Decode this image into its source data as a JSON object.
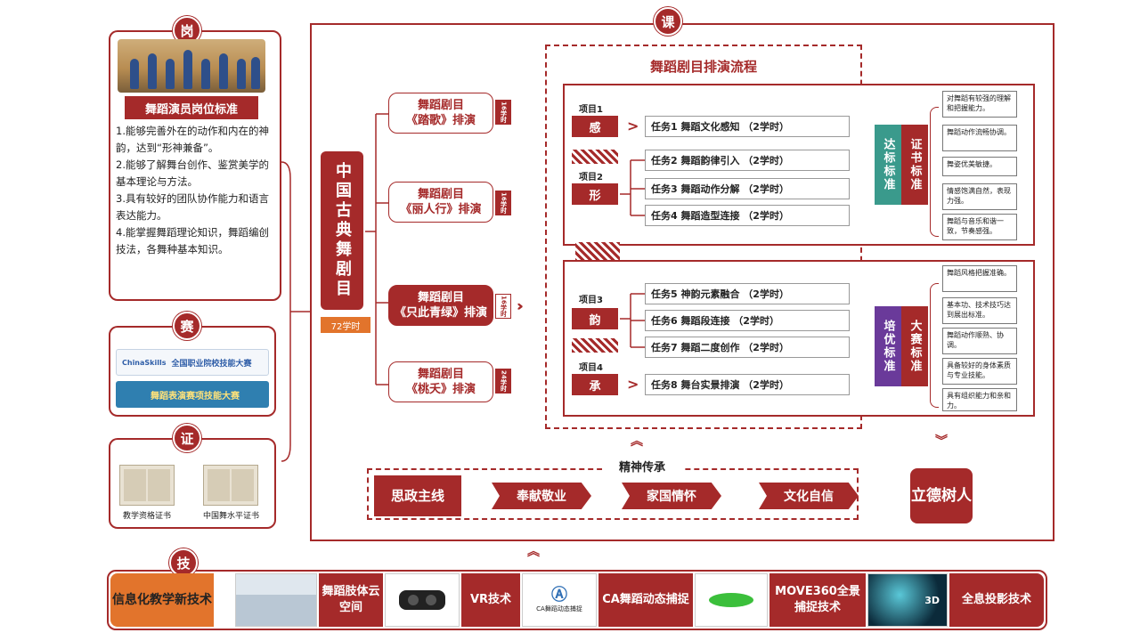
{
  "markers": {
    "gang": "岗",
    "ke": "课",
    "sai": "赛",
    "zheng": "证",
    "ji": "技"
  },
  "left": {
    "standard_title": "舞蹈演员岗位标准",
    "standards": [
      "1.能够完善外在的动作和内在的神韵，达到“形神兼备”。",
      "2.能够了解舞台创作、鉴赏美学的基本理论与方法。",
      "3.具有较好的团队协作能力和语言表达能力。",
      "4.能掌握舞蹈理论知识，舞蹈编创技法，各舞种基本知识。"
    ],
    "competition_logo_1": "全国职业院校技能大赛",
    "competition_logo_1_brand": "ChinaSkills",
    "competition_logo_2": "舞蹈表演赛项技能大赛",
    "cert_1": "教学资格证书",
    "cert_2": "中国舞水平证书"
  },
  "course": {
    "title": "中国古典舞剧目",
    "hours": "72学时",
    "plays": [
      {
        "line1": "舞蹈剧目",
        "line2": "《踏歌》排演",
        "hours": "16学时"
      },
      {
        "line1": "舞蹈剧目",
        "line2": "《丽人行》排演",
        "hours": "16学时"
      },
      {
        "line1": "舞蹈剧目",
        "line2": "《只此青绿》排演",
        "hours": "16学时"
      },
      {
        "line1": "舞蹈剧目",
        "line2": "《桃夭》排演",
        "hours": "24学时"
      }
    ]
  },
  "process": {
    "title": "舞蹈剧目排演流程",
    "projects": [
      {
        "label": "项目1",
        "name": "感"
      },
      {
        "label": "项目2",
        "name": "形"
      },
      {
        "label": "项目3",
        "name": "韵"
      },
      {
        "label": "项目4",
        "name": "承"
      }
    ],
    "tasks": [
      "任务1  舞蹈文化感知    （2学时）",
      "任务2  舞蹈韵律引入    （2学时）",
      "任务3  舞蹈动作分解    （2学时）",
      "任务4  舞蹈造型连接    （2学时）",
      "任务5  神韵元素融合    （2学时）",
      "任务6  舞蹈段连接      （2学时）",
      "任务7  舞蹈二度创作    （2学时）",
      "任务8  舞台实景排演    （2学时）"
    ]
  },
  "standards_right": {
    "top_tag_a": "达标标准",
    "top_tag_b": "证书标准",
    "top_notes": [
      "对舞蹈有较强的理解和把握能力。",
      "舞蹈动作流畅协调。",
      "舞姿优美敏捷。",
      "情感饱满自然，表现力强。",
      "舞蹈与音乐和谐一致，节奏感强。"
    ],
    "bottom_tag_a": "培优标准",
    "bottom_tag_b": "大赛标准",
    "bottom_notes": [
      "舞蹈风格把握准确。",
      "基本功、技术技巧达到展出标准。",
      "舞蹈动作顺熟、协调。",
      "具备较好的身体素质与专业技能。",
      "具有组织能力和亲和力。"
    ]
  },
  "ideology": {
    "spirit": "精神传承",
    "main": "思政主线",
    "values": [
      "奉献敬业",
      "家国情怀",
      "文化自信"
    ],
    "goal": "立德树人"
  },
  "tech": {
    "label": "信息化教学新技术",
    "items": [
      "舞蹈肢体云空间",
      "VR技术",
      "CA舞蹈动态捕捉",
      "MOVE360全景捕捉技术",
      "全息投影技术"
    ],
    "ca_logo_text": "CA舞蹈动态捕捉",
    "hologram_3d": "3D"
  },
  "colors": {
    "accent": "#a52a2a",
    "orange": "#e2742c",
    "teal": "#3a9a8c",
    "purple": "#6a3a9a"
  }
}
